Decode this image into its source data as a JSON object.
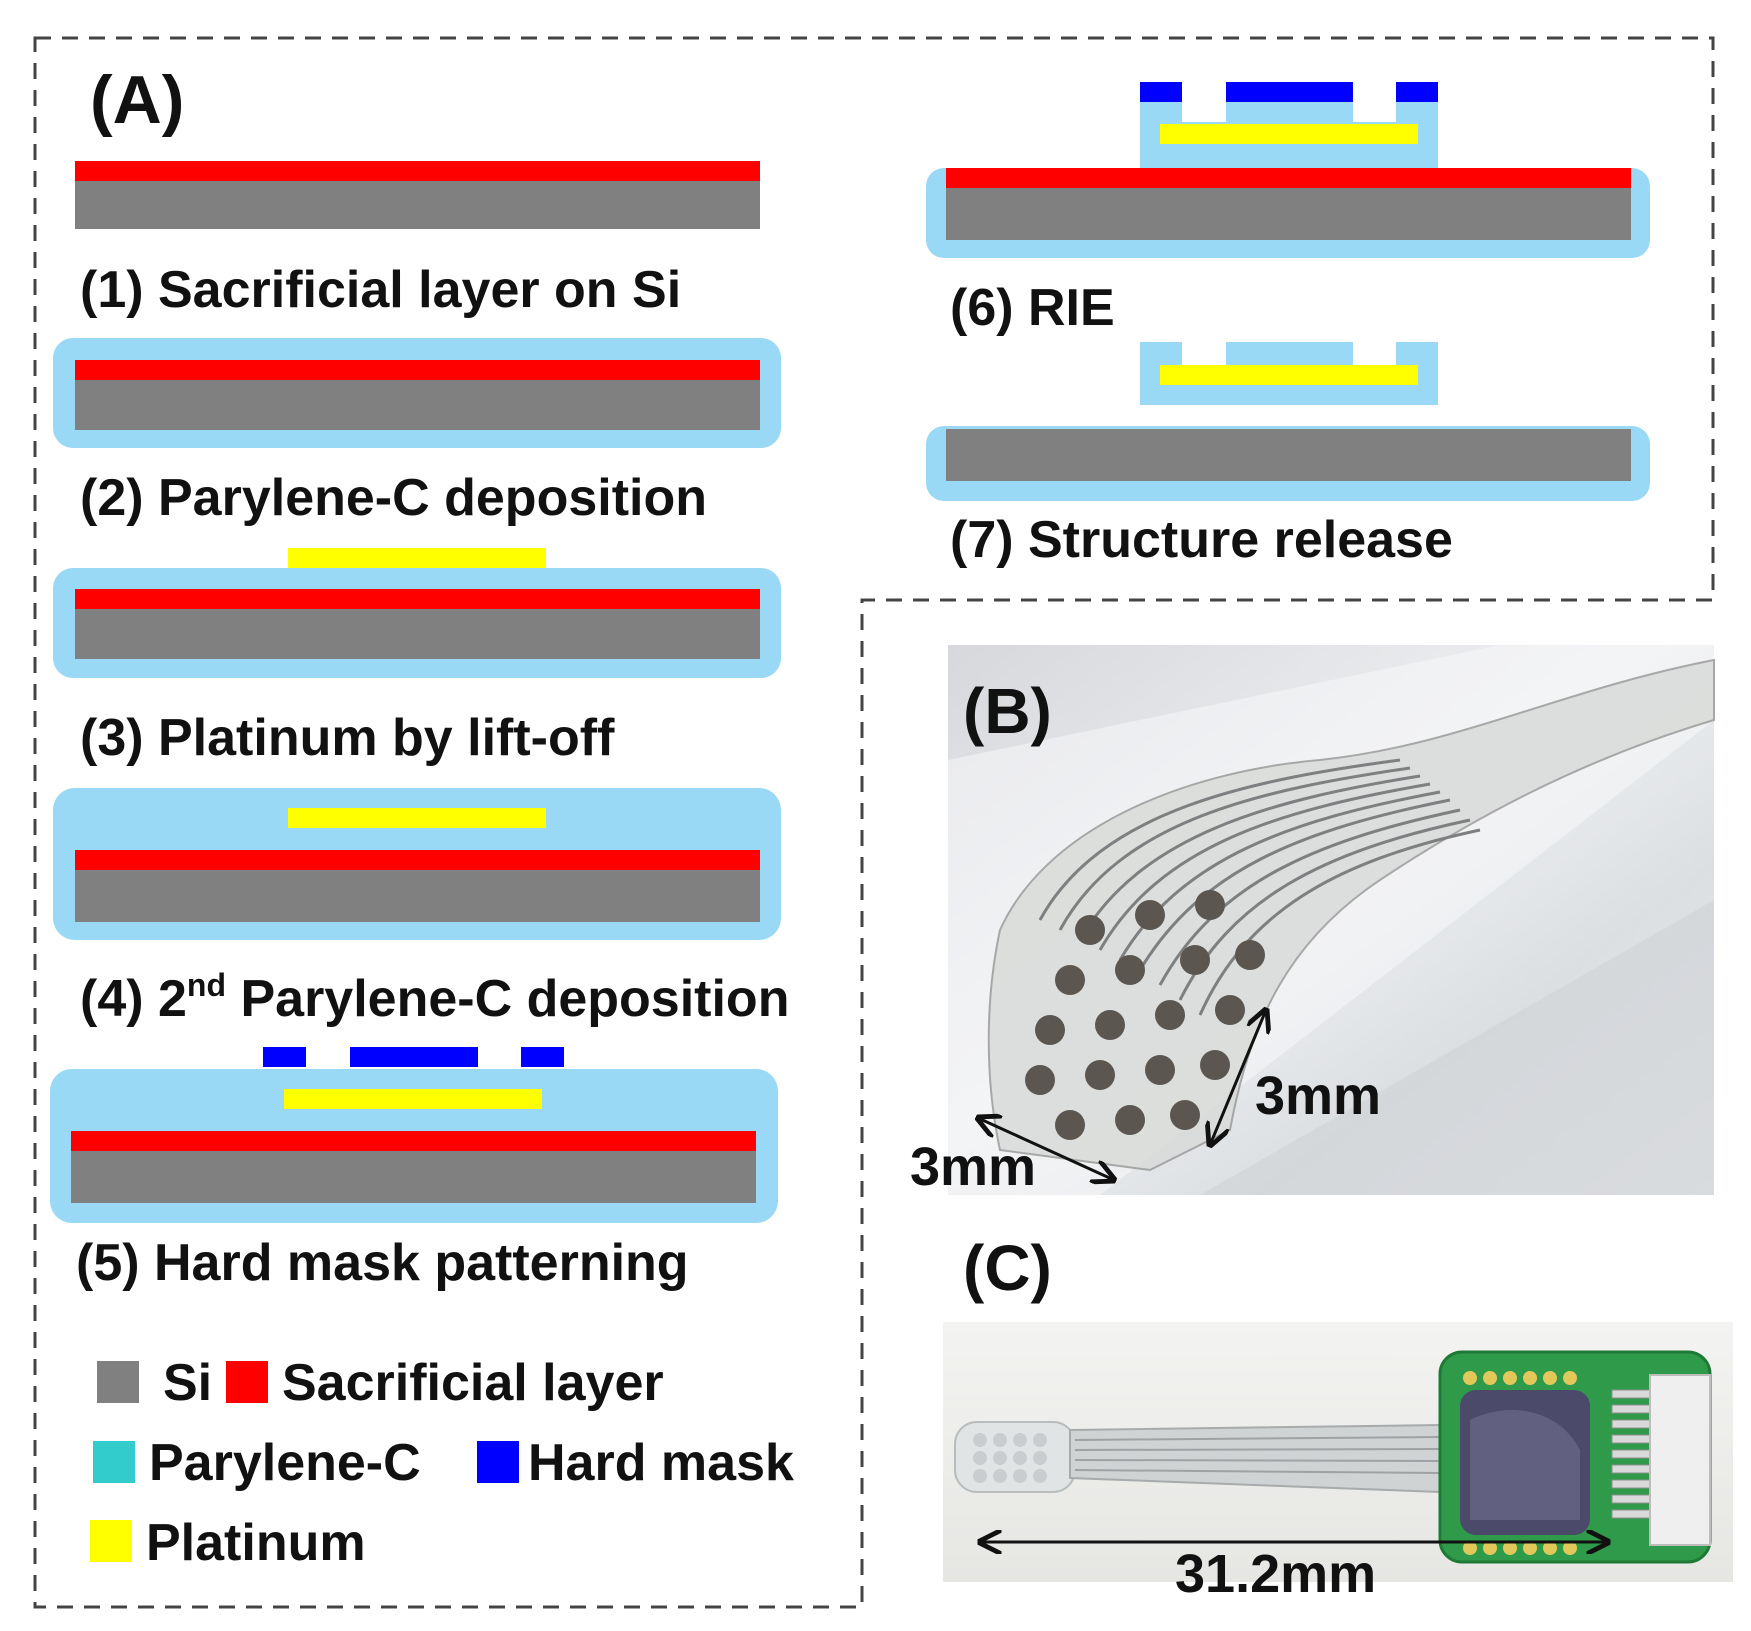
{
  "panel_a": {
    "label": "(A)",
    "steps": [
      {
        "label": "(1) Sacrificial layer on Si"
      },
      {
        "label": "(2) Parylene-C deposition"
      },
      {
        "label": "(3) Platinum by lift-off"
      },
      {
        "label_prefix": "(4) 2",
        "label_sup": "nd",
        "label_suffix": " Parylene-C deposition"
      },
      {
        "label": "(5) Hard mask patterning"
      },
      {
        "label": "(6) RIE"
      },
      {
        "label": "(7) Structure release"
      }
    ],
    "legend": [
      {
        "name": "Si",
        "color": "#808080"
      },
      {
        "name": "Sacrificial layer",
        "color": "#ff0000"
      },
      {
        "name": "Parylene-C",
        "color": "#33cccc"
      },
      {
        "name": "Hard mask",
        "color": "#0000ff"
      },
      {
        "name": "Platinum",
        "color": "#ffff00"
      }
    ]
  },
  "panel_b": {
    "label": "(B)",
    "dim_vertical": "3mm",
    "dim_horizontal": "3mm"
  },
  "panel_c": {
    "label": "(C)",
    "length": "31.2mm"
  },
  "colors": {
    "si": "#808080",
    "sacrificial": "#ff0000",
    "parylene": "#99d9f5",
    "hard_mask": "#0000ff",
    "platinum": "#ffff00"
  }
}
